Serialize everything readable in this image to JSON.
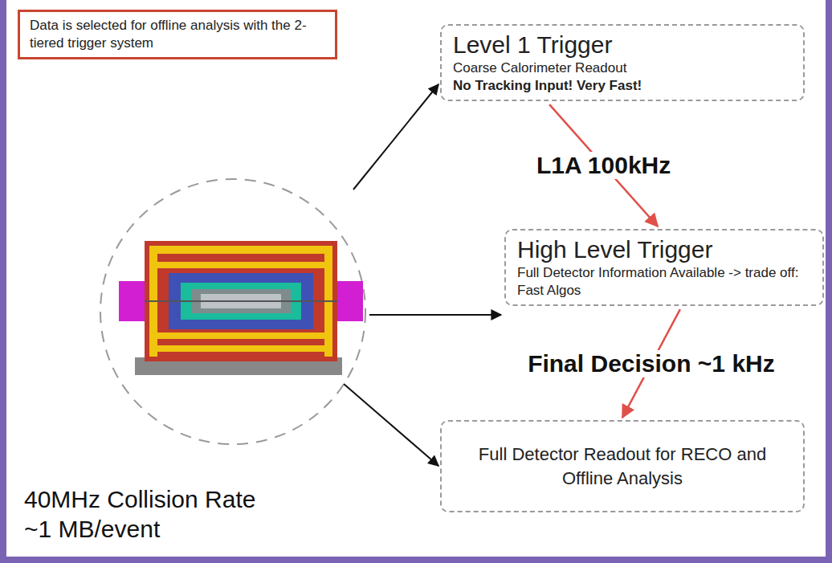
{
  "diagram": {
    "nodes": [
      {
        "text": [
          "Data is selected for offline analysis with the 2-tiered trigger system"
        ]
      },
      {
        "text": [
          "Level 1 Trigger",
          "Coarse Calorimeter Readout",
          "No Tracking Input! Very Fast!"
        ]
      },
      {
        "text": [
          "High Level Trigger",
          "Full Detector Information Available -> trade off: Fast Algos"
        ]
      },
      {
        "text": [
          "Full Detector Readout for RECO and Offline Analysis"
        ]
      }
    ],
    "edges": [
      {
        "from": 1,
        "to": 2,
        "label": "L1A  100kHz",
        "arrow": "to"
      },
      {
        "from": 2,
        "to": 3,
        "label": "Final Decision ~1 kHz",
        "arrow": "to"
      }
    ],
    "labels": [
      "40MHz Collision Rate",
      "~1 MB/event"
    ]
  }
}
